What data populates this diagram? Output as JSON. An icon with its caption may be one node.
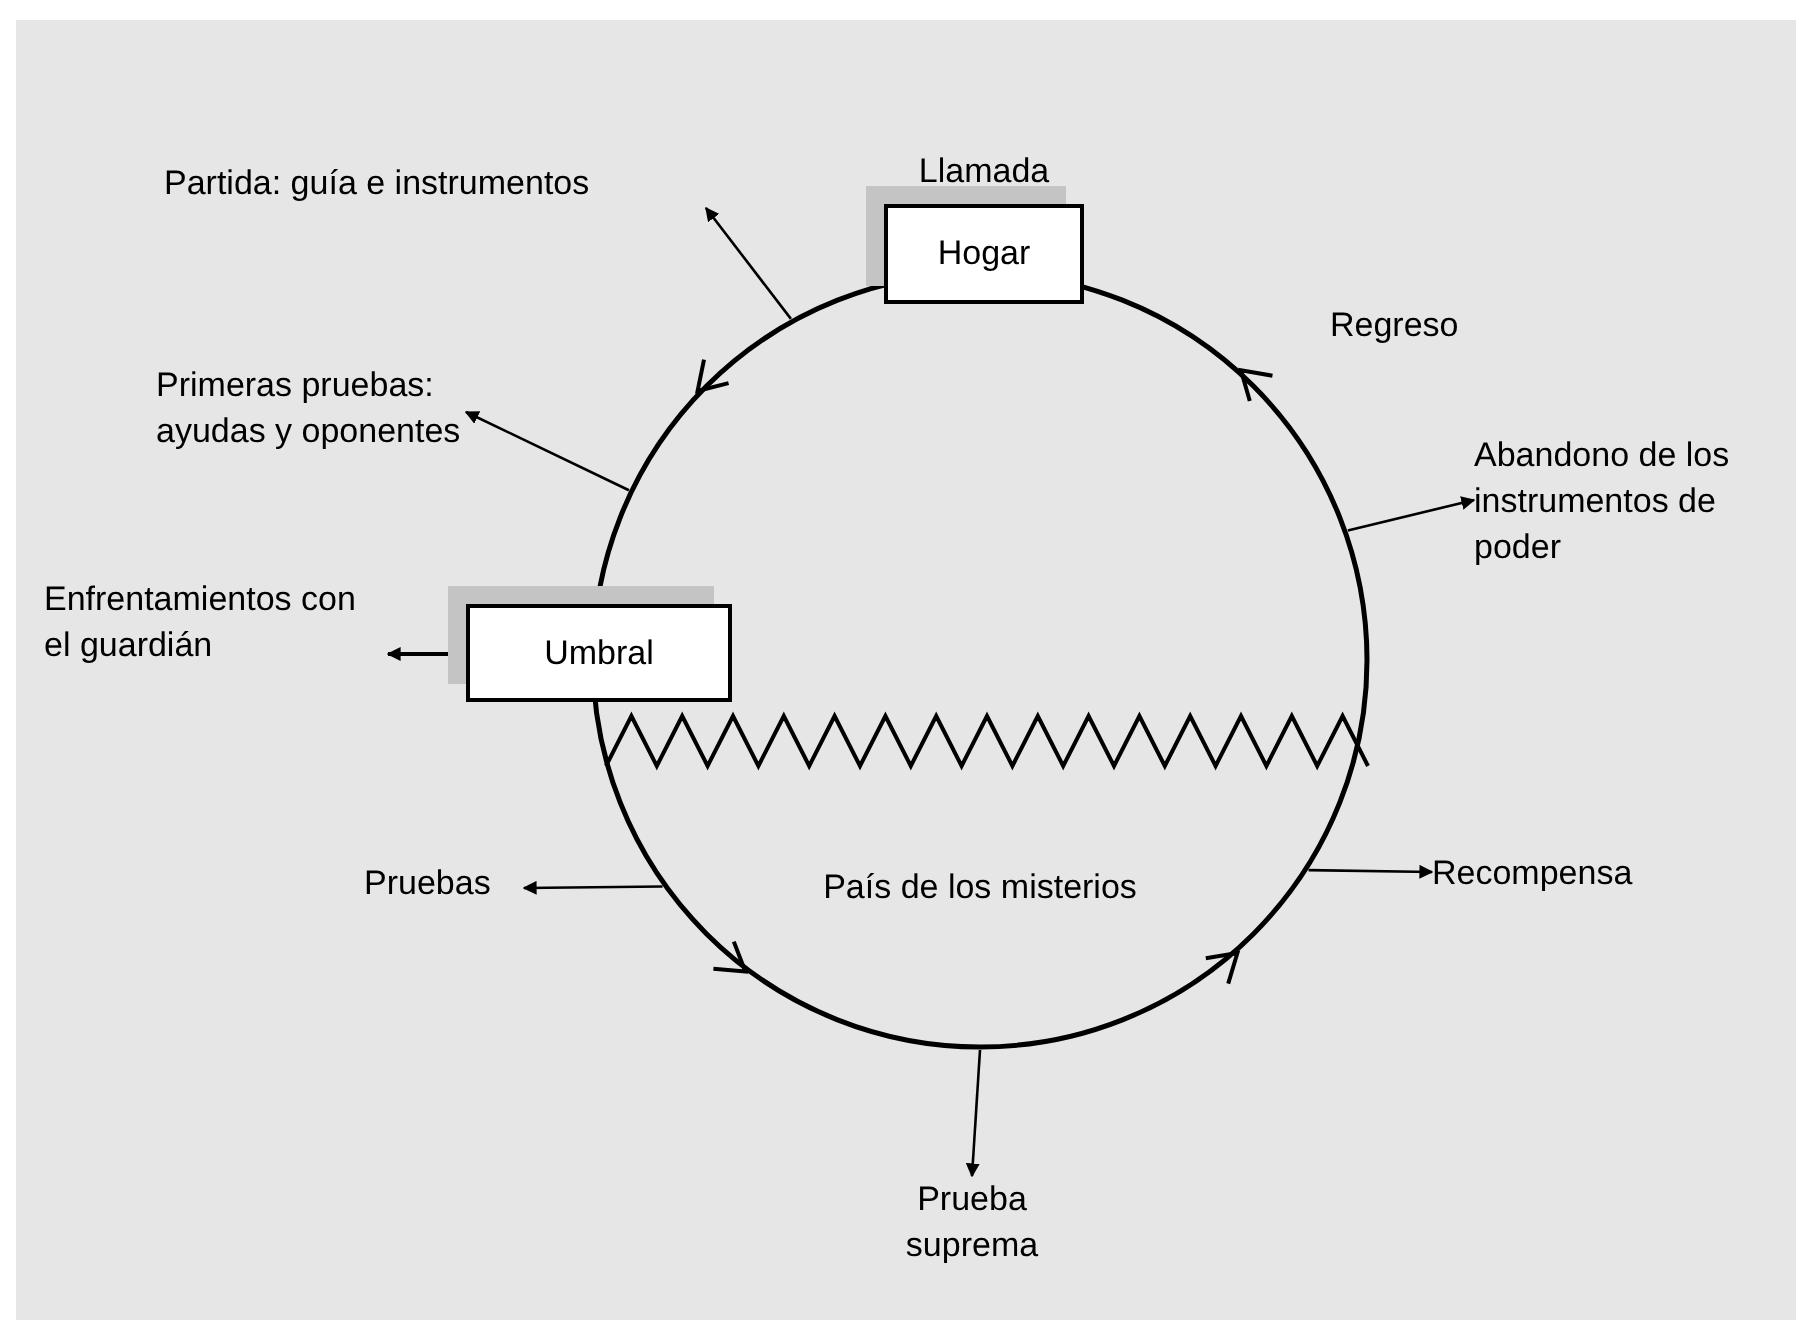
{
  "diagram": {
    "nodes": [
      {
        "text": [
          "País de los misterios"
        ]
      },
      {
        "text": [
          "Hogar"
        ],
        "beside": [
          "Llamada"
        ]
      },
      {
        "text": [
          "Umbral"
        ]
      },
      {
        "text": [
          "Partida: guía e instrumentos"
        ]
      },
      {
        "text": [
          "Primeras pruebas: ayudas y oponentes"
        ]
      },
      {
        "text": [
          "Enfrentamientos con el guardián"
        ]
      },
      {
        "text": [
          "Pruebas"
        ]
      },
      {
        "text": [
          "Prueba suprema"
        ]
      },
      {
        "text": [
          "Recompensa"
        ]
      },
      {
        "text": [
          "Abandono de los instrumentos de poder"
        ]
      }
    ],
    "edges": [
      {
        "from": 0,
        "to": 3,
        "arrow": "to"
      },
      {
        "from": 0,
        "to": 4,
        "arrow": "to"
      },
      {
        "from": 2,
        "to": 5,
        "arrow": "to"
      },
      {
        "from": 0,
        "to": 6,
        "arrow": "to"
      },
      {
        "from": 0,
        "to": 7,
        "arrow": "to"
      },
      {
        "from": 0,
        "to": 8,
        "arrow": "to"
      },
      {
        "from": 0,
        "to": 9,
        "arrow": "to"
      }
    ],
    "labels": [
      "Regreso"
    ]
  }
}
